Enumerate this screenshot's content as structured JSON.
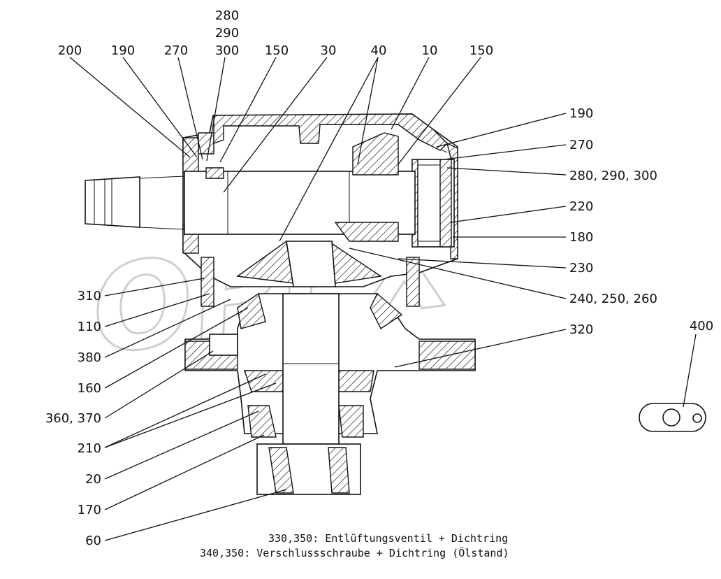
{
  "labels": {
    "l200": "200",
    "l190_top": "190",
    "l270_top": "270",
    "l280": "280",
    "l290": "290",
    "l300": "300",
    "l150_top": "150",
    "l30": "30",
    "l40": "40",
    "l10": "10",
    "l150_right": "150",
    "r190": "190",
    "r270": "270",
    "r280_290_300": "280, 290, 300",
    "r220": "220",
    "r180": "180",
    "r230": "230",
    "r240_250_260": "240, 250, 260",
    "r320": "320",
    "r400": "400",
    "l310": "310",
    "l110": "110",
    "l380": "380",
    "l160": "160",
    "l360_370": "360, 370",
    "l210": "210",
    "l20": "20",
    "l170": "170",
    "l60": "60"
  },
  "notes": {
    "line1": "330,350: Entlüftungsventil + Dichtring",
    "line2": "340,350: Verschlussschraube + Dichtring (Ölstand)"
  },
  "watermark": "OPEX"
}
